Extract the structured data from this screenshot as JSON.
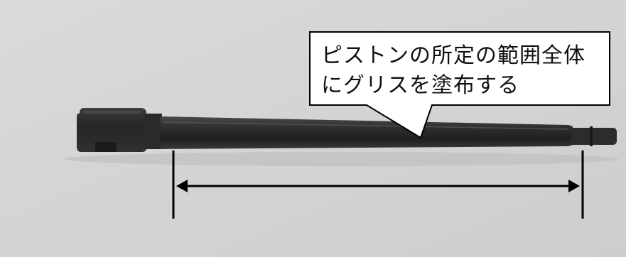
{
  "callout": {
    "line1": "ピストンの所定の範囲全体",
    "line2": "にグリスを塗布する"
  },
  "colors": {
    "background": "#d6d6d6",
    "piston": "#2b2b2b",
    "callout_fill": "#ffffff",
    "lines": "#000000"
  },
  "icons": {
    "measurement_arrow": "double-headed-arrow",
    "callout": "speech-bubble"
  }
}
